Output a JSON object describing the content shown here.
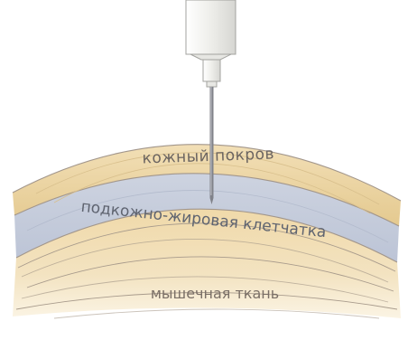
{
  "diagram": {
    "labels": {
      "skin": "кожный покров",
      "subcutaneous": "подкожно-жировая клетчатка",
      "muscle": "мышечная ткань"
    },
    "colors": {
      "background": "#ffffff",
      "skin_fill": "#ecd6a6",
      "subcutaneous_fill": "#c9cfdc",
      "muscle_fill": "#f1ddb4",
      "layer_line": "#9a8f86",
      "label_text": "#6b6460",
      "syringe_body": "#f7f7f4",
      "syringe_outline": "#9a9a96",
      "needle": "#7d7f86"
    }
  }
}
